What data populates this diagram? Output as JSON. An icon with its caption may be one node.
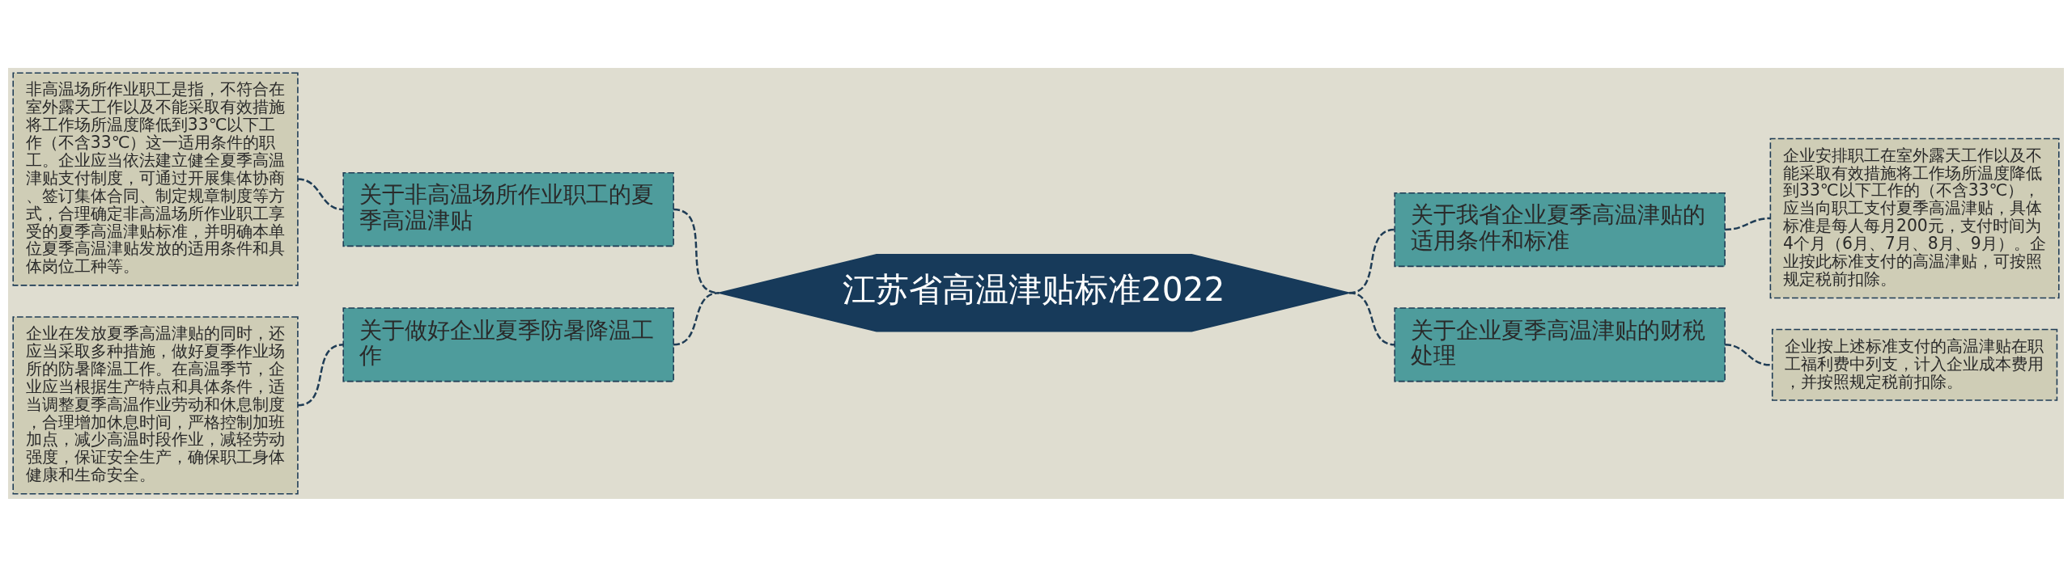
{
  "diagram": {
    "nodes": [
      {
        "text": [
          "江苏省高温津贴标准2022"
        ]
      },
      {
        "text": [
          "关于非高温场所作业职工的夏季高温津贴"
        ]
      },
      {
        "text": [
          "非高温场所作业职工是指，不符合在室外露天工作以及不能采取有效措施将工作场所温度降低到33℃以下工作（不含33℃）这一适用条件的职工。企业应当依法建立健全夏季高温津贴支付制度，可通过开展集体协商、签订集体合同、制定规章制度等方式，合理确定非高温场所作业职工享受的夏季高温津贴标准，并明确本单位夏季高温津贴发放的适用条件和具体岗位工种等。"
        ]
      },
      {
        "text": [
          "关于做好企业夏季防暑降温工作"
        ]
      },
      {
        "text": [
          "企业在发放夏季高温津贴的同时，还应当采取多种措施，做好夏季作业场所的防暑降温工作。在高温季节，企业应当根据生产特点和具体条件，适当调整夏季高温作业劳动和休息制度，合理增加休息时间，严格控制加班加点，减少高温时段作业，减轻劳动强度，保证安全生产，确保职工身体健康和生命安全。"
        ]
      },
      {
        "text": [
          "关于我省企业夏季高温津贴的适用条件和标准"
        ]
      },
      {
        "text": [
          "企业安排职工在室外露天工作以及不能采取有效措施将工作场所温度降低到33℃以下工作的（不含33℃），应当向职工支付夏季高温津贴，具体标准是每人每月200元，支付时间为4个月（6月、7月、8月、9月）。企业按此标准支付的高温津贴，可按照规定税前扣除。"
        ]
      },
      {
        "text": [
          "关于企业夏季高温津贴的财税处理"
        ]
      },
      {
        "text": [
          "企业按上述标准支付的高温津贴在职工福利费中列支，计入企业成本费用，并按照规定税前扣除。"
        ]
      }
    ],
    "edges": [
      {
        "from": 2,
        "to": 1,
        "arrow": "none",
        "style": "dashed"
      },
      {
        "from": 1,
        "to": 0,
        "arrow": "none",
        "style": "dashed"
      },
      {
        "from": 4,
        "to": 3,
        "arrow": "none",
        "style": "dashed"
      },
      {
        "from": 3,
        "to": 0,
        "arrow": "none",
        "style": "dashed"
      },
      {
        "from": 0,
        "to": 5,
        "arrow": "none",
        "style": "dashed"
      },
      {
        "from": 5,
        "to": 6,
        "arrow": "none",
        "style": "dashed"
      },
      {
        "from": 0,
        "to": 7,
        "arrow": "none",
        "style": "dashed"
      },
      {
        "from": 7,
        "to": 8,
        "arrow": "none",
        "style": "dashed"
      }
    ]
  }
}
